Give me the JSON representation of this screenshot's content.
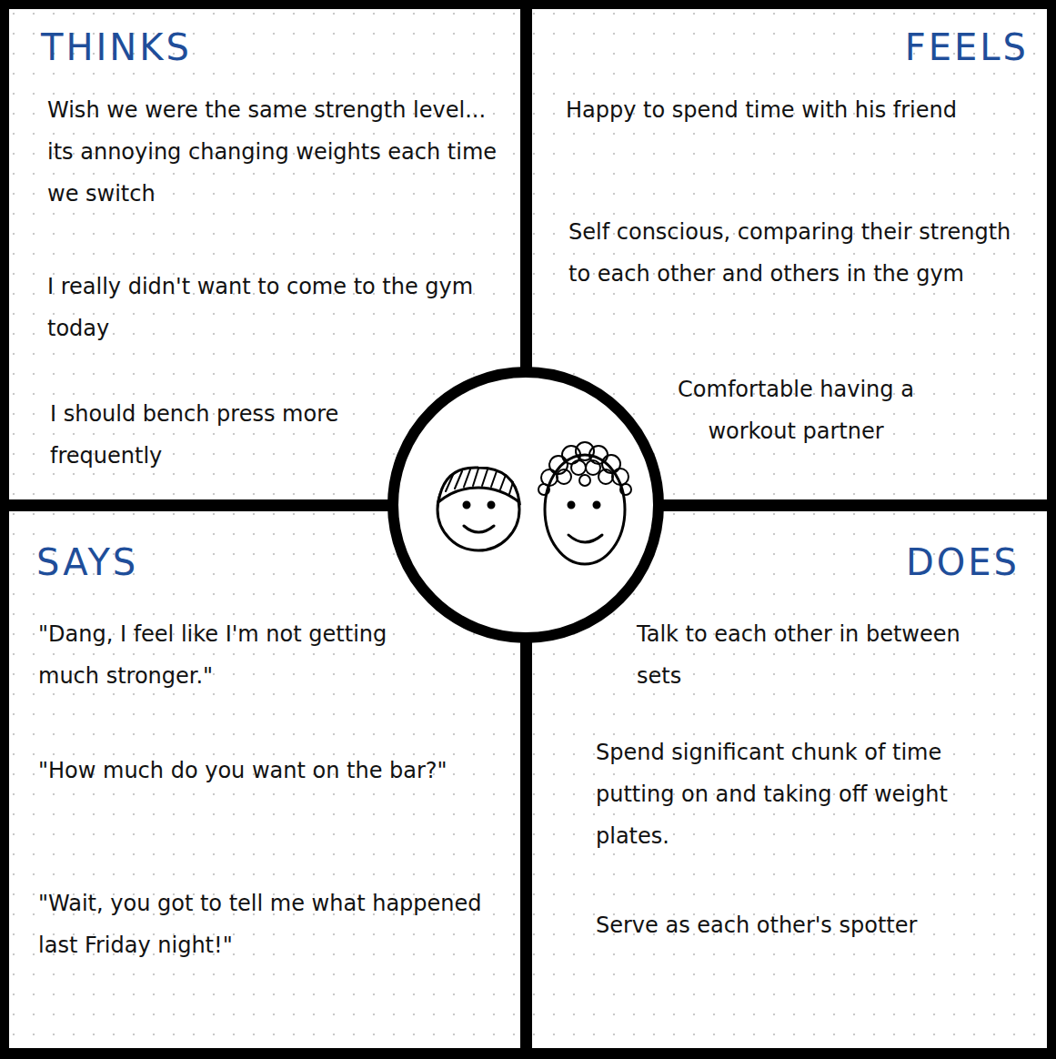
{
  "diagram": {
    "nodes": [
      {
        "text": [
          "THINKS",
          "Wish we were the same strength level... its annoying changing weights each time we switch",
          "I really didn't want to come to the gym today",
          "I should bench press more frequently"
        ]
      },
      {
        "text": [
          "FEELS",
          "Happy to spend time with his friend",
          "Self conscious, comparing their strength to each other and others in the gym",
          "Comfortable having a workout partner"
        ]
      },
      {
        "text": [
          "SAYS",
          "\"Dang, I feel like I'm not getting much stronger.\"",
          "\"How much do you want on the bar?\"",
          "\"Wait, you got to tell me what happened last Friday night!\""
        ]
      },
      {
        "text": [
          "DOES",
          "Talk to each other in between sets",
          "Spend significant chunk of time putting on and taking off weight plates.",
          "Serve as each other's spotter"
        ]
      }
    ]
  }
}
